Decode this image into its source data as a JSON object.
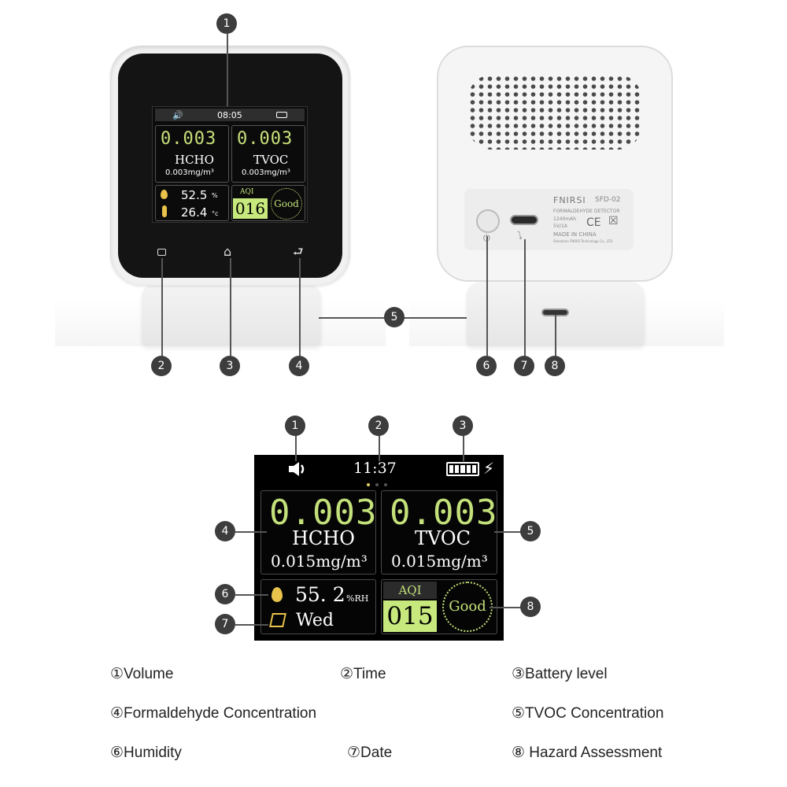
{
  "front_device": {
    "status_time": "08:05",
    "hcho": {
      "value": "0.003",
      "name": "HCHO",
      "unit": "0.003mg/m³"
    },
    "tvoc": {
      "value": "0.003",
      "name": "TVOC",
      "unit": "0.003mg/m³"
    },
    "humidity": {
      "value": "52.5",
      "unit": "%"
    },
    "temperature": {
      "value": "26.4",
      "unit": "°c"
    },
    "aqi": {
      "label": "AQI",
      "value": "016",
      "rating": "Good"
    },
    "icons": [
      "speaker-icon",
      "battery-icon",
      "droplet-icon",
      "thermometer-icon",
      "menu-button-icon",
      "home-button-icon",
      "back-button-icon"
    ]
  },
  "back_device": {
    "brand": "FNIRSI",
    "model": "SFD-02",
    "product_line": "FORMALDEHYDE DETECTOR",
    "battery_spec": "1240mAh",
    "power_spec": "5V/1A",
    "ce_mark": "CE",
    "origin": "MADE IN CHINA",
    "manufacturer": "Shenzhen FNIRSI Technology Co., LTD.",
    "icons": [
      "power-button-icon",
      "power-symbol-icon",
      "usb-port-icon",
      "usb-symbol-icon",
      "weee-bin-icon"
    ]
  },
  "callouts_top": [
    "1",
    "2",
    "3",
    "4",
    "5",
    "6",
    "7",
    "8"
  ],
  "big_screen": {
    "time": "11:37",
    "hcho": {
      "value": "0.003",
      "name": "HCHO",
      "unit": "0.015mg/m³"
    },
    "tvoc": {
      "value": "0.003",
      "name": "TVOC",
      "unit": "0.015mg/m³"
    },
    "humidity": {
      "value": "55. 2",
      "unit": "%RH"
    },
    "date": "Wed",
    "aqi": {
      "label": "AQI",
      "value": "015",
      "rating": "Good"
    },
    "icons": [
      "speaker-icon",
      "battery-full-icon",
      "charging-icon",
      "droplet-icon",
      "calendar-icon"
    ]
  },
  "callouts_bottom": [
    "1",
    "2",
    "3",
    "4",
    "5",
    "6",
    "7",
    "8"
  ],
  "legend": [
    "①Volume",
    "②Time",
    "③Battery level",
    "④Formaldehyde Concentration",
    "⑤TVOC Concentration",
    "⑥Humidity",
    "⑦Date",
    "⑧ Hazard Assessment"
  ]
}
